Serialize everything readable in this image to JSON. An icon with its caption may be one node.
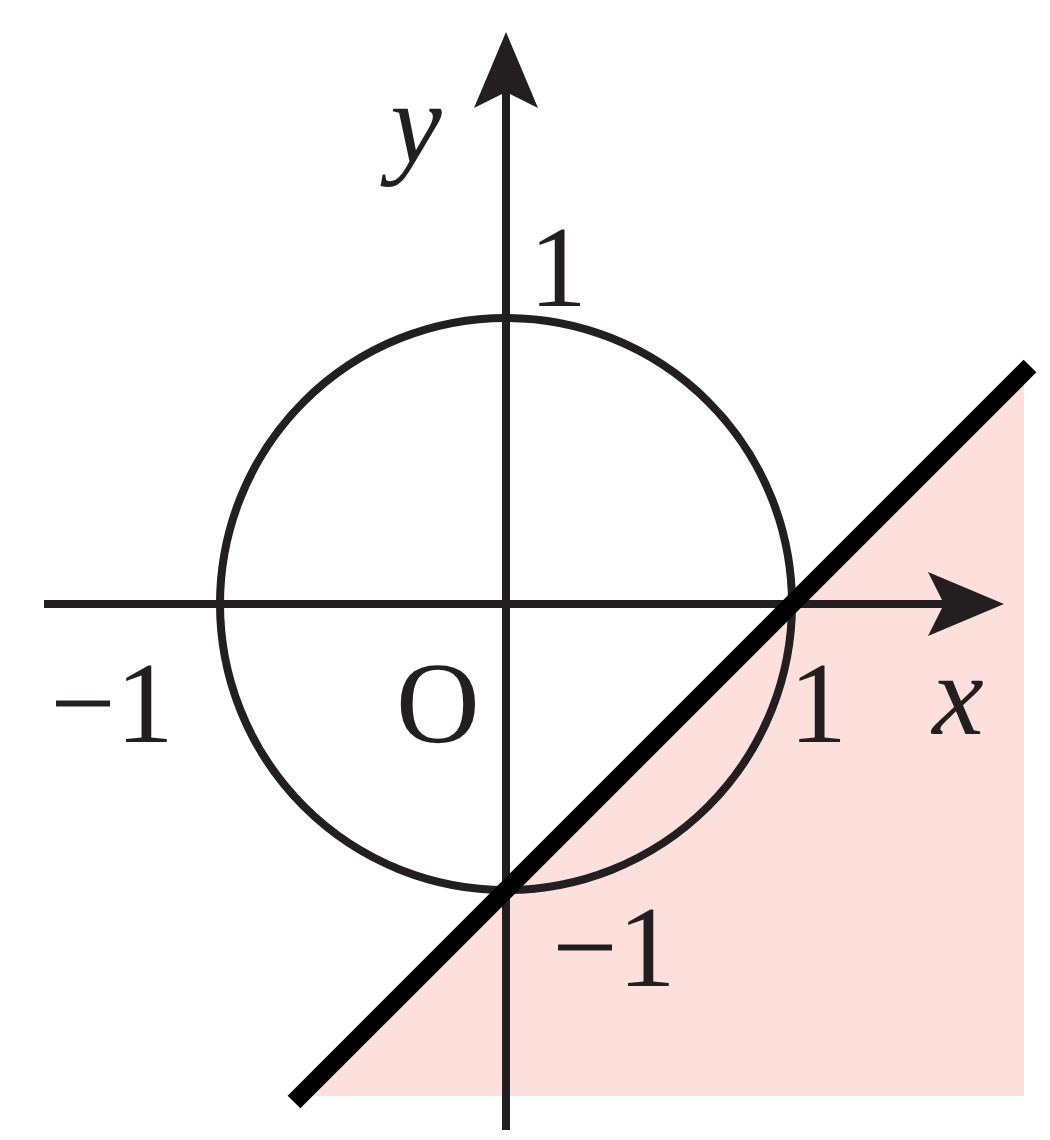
{
  "diagram": {
    "labels": [
      "y",
      "1",
      "−1",
      "O",
      "1",
      "x",
      "−1"
    ]
  }
}
